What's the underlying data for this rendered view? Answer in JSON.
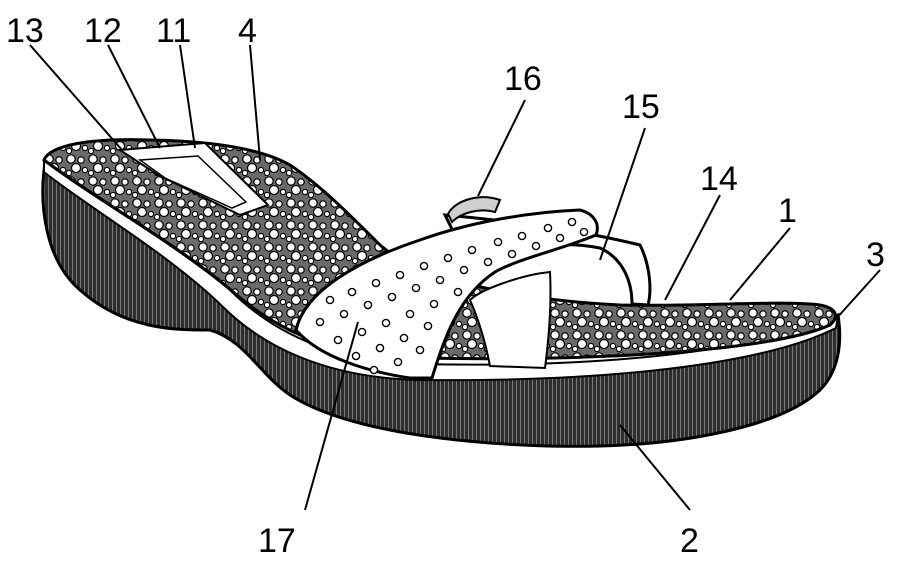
{
  "figure": {
    "reference_numerals": [
      "13",
      "12",
      "11",
      "4",
      "16",
      "15",
      "14",
      "1",
      "3",
      "17",
      "2"
    ]
  },
  "labels": {
    "n13": "13",
    "n12": "12",
    "n11": "11",
    "n4": "4",
    "n16": "16",
    "n15": "15",
    "n14": "14",
    "n1": "1",
    "n3": "3",
    "n17": "17",
    "n2": "2"
  },
  "colors": {
    "ink": "#000000",
    "paper": "#ffffff",
    "sole_shade": "#3a3a3a",
    "footbed_texture": "#5a5a5a"
  }
}
